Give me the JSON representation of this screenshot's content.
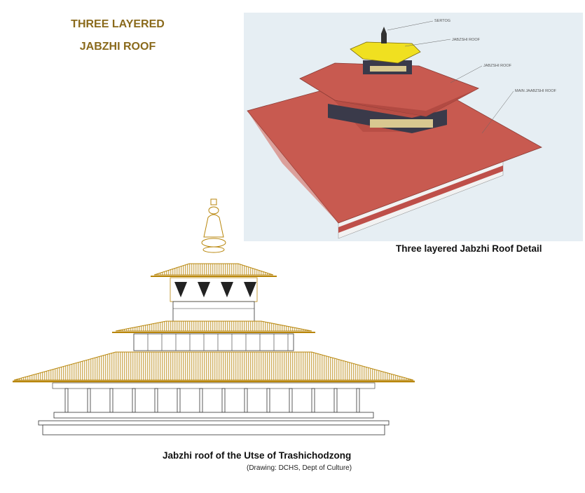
{
  "heading": {
    "line1": "THREE LAYERED",
    "line2": "JABZHI ROOF"
  },
  "render": {
    "labels": {
      "sertog": "SERTOG",
      "top": "JABZSHI ROOF",
      "middle": "JABZSHI ROOF",
      "main": "MAIN JAABZSHI ROOF"
    },
    "caption": "Three layered Jabzhi Roof Detail"
  },
  "drawing": {
    "caption": "Jabzhi roof of the Utse of Trashichodzong",
    "credit": "(Drawing: DCHS, Dept of Culture)"
  },
  "colors": {
    "heading": "#8a6a1c",
    "roof_red": "#c85a50",
    "gold": "#b8860b",
    "yellow_roof": "#f0e020"
  }
}
